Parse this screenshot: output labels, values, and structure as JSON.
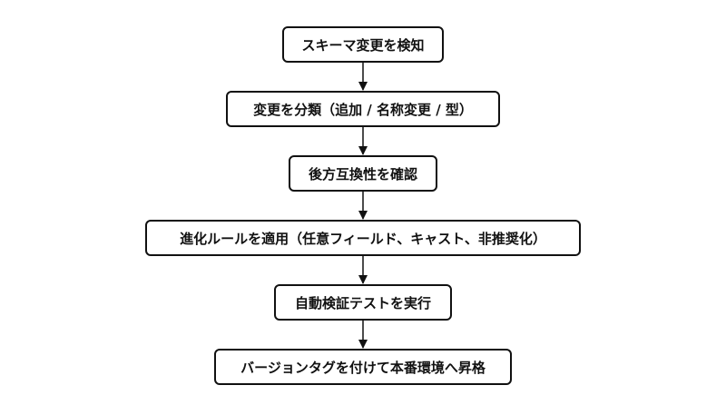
{
  "diagram": {
    "nodes": [
      {
        "id": "n1",
        "label": "スキーマ変更を検知"
      },
      {
        "id": "n2",
        "label": "変更を分類（追加 / 名称変更 / 型）"
      },
      {
        "id": "n3",
        "label": "後方互換性を確認"
      },
      {
        "id": "n4",
        "label": "進化ルールを適用（任意フィールド、キャスト、非推奨化）"
      },
      {
        "id": "n5",
        "label": "自動検証テストを実行"
      },
      {
        "id": "n6",
        "label": "バージョンタグを付けて本番環境へ昇格"
      }
    ],
    "edges": [
      {
        "from": "n1",
        "to": "n2"
      },
      {
        "from": "n2",
        "to": "n3"
      },
      {
        "from": "n3",
        "to": "n4"
      },
      {
        "from": "n4",
        "to": "n5"
      },
      {
        "from": "n5",
        "to": "n6"
      }
    ],
    "colors": {
      "stroke": "#111111",
      "fill": "#ffffff",
      "text": "#111111"
    }
  }
}
